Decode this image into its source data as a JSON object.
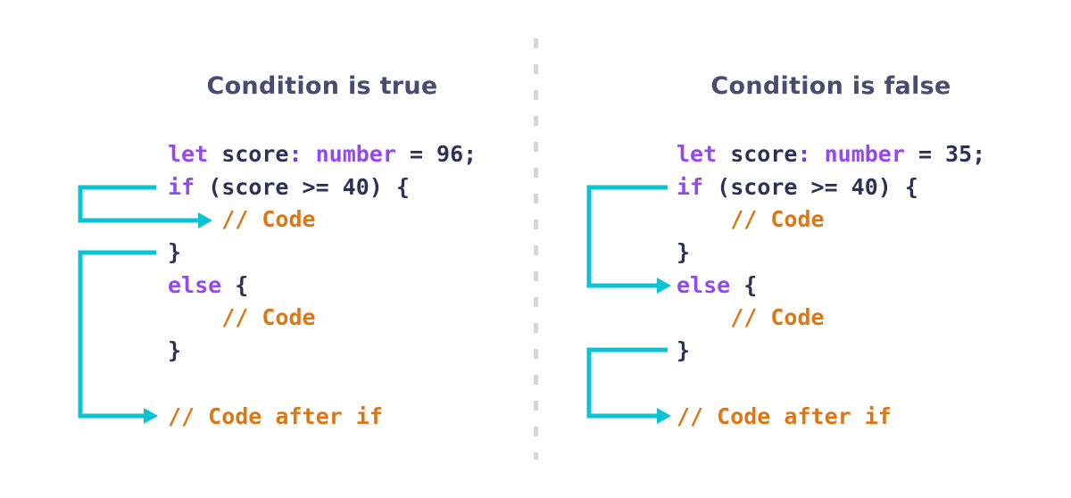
{
  "colors": {
    "title": "#474d72",
    "code_plain": "#2c3157",
    "code_keyword": "#9347f5",
    "code_type_colon": "#6f3bf2",
    "code_comment": "#dd7714",
    "arrow": "#0bc3d3",
    "divider": "#d3d6da",
    "background": "#ffffff"
  },
  "divider": {
    "kind": "vertical-dashed-line"
  },
  "panels": [
    {
      "title": "Condition is true",
      "code_lines": [
        {
          "tokens": [
            {
              "t": "let",
              "c": "kw"
            },
            {
              "t": " score",
              "c": "pl"
            },
            {
              "t": ":",
              "c": "op"
            },
            {
              "t": " ",
              "c": "pl"
            },
            {
              "t": "number",
              "c": "kw"
            },
            {
              "t": " = 96;",
              "c": "pl"
            }
          ]
        },
        {
          "tokens": [
            {
              "t": "if",
              "c": "kw"
            },
            {
              "t": " (score >= 40) {",
              "c": "pl"
            }
          ]
        },
        {
          "tokens": [
            {
              "t": "    ",
              "c": "pl"
            },
            {
              "t": "// Code",
              "c": "cm"
            }
          ]
        },
        {
          "tokens": [
            {
              "t": "}",
              "c": "pl"
            }
          ]
        },
        {
          "tokens": [
            {
              "t": "else",
              "c": "kw"
            },
            {
              "t": " {",
              "c": "pl"
            }
          ]
        },
        {
          "tokens": [
            {
              "t": "    ",
              "c": "pl"
            },
            {
              "t": "// Code",
              "c": "cm"
            }
          ]
        },
        {
          "tokens": [
            {
              "t": "}",
              "c": "pl"
            }
          ]
        },
        {
          "tokens": []
        },
        {
          "tokens": [
            {
              "t": "// Code after if",
              "c": "cm"
            }
          ]
        }
      ],
      "flow_arrows": [
        {
          "from": "if (score >= 40) {",
          "to": "// Code (if body)"
        },
        {
          "from": "} (end of if block)",
          "to": "// Code after if"
        }
      ]
    },
    {
      "title": "Condition is false",
      "code_lines": [
        {
          "tokens": [
            {
              "t": "let",
              "c": "kw"
            },
            {
              "t": " score",
              "c": "pl"
            },
            {
              "t": ":",
              "c": "op"
            },
            {
              "t": " ",
              "c": "pl"
            },
            {
              "t": "number",
              "c": "kw"
            },
            {
              "t": " = 35;",
              "c": "pl"
            }
          ]
        },
        {
          "tokens": [
            {
              "t": "if",
              "c": "kw"
            },
            {
              "t": " (score >= 40) {",
              "c": "pl"
            }
          ]
        },
        {
          "tokens": [
            {
              "t": "    ",
              "c": "pl"
            },
            {
              "t": "// Code",
              "c": "cm"
            }
          ]
        },
        {
          "tokens": [
            {
              "t": "}",
              "c": "pl"
            }
          ]
        },
        {
          "tokens": [
            {
              "t": "else",
              "c": "kw"
            },
            {
              "t": " {",
              "c": "pl"
            }
          ]
        },
        {
          "tokens": [
            {
              "t": "    ",
              "c": "pl"
            },
            {
              "t": "// Code",
              "c": "cm"
            }
          ]
        },
        {
          "tokens": [
            {
              "t": "}",
              "c": "pl"
            }
          ]
        },
        {
          "tokens": []
        },
        {
          "tokens": [
            {
              "t": "// Code after if",
              "c": "cm"
            }
          ]
        }
      ],
      "flow_arrows": [
        {
          "from": "if (score >= 40) {",
          "to": "else {"
        },
        {
          "from": "} (end of else block)",
          "to": "// Code after if"
        }
      ]
    }
  ]
}
